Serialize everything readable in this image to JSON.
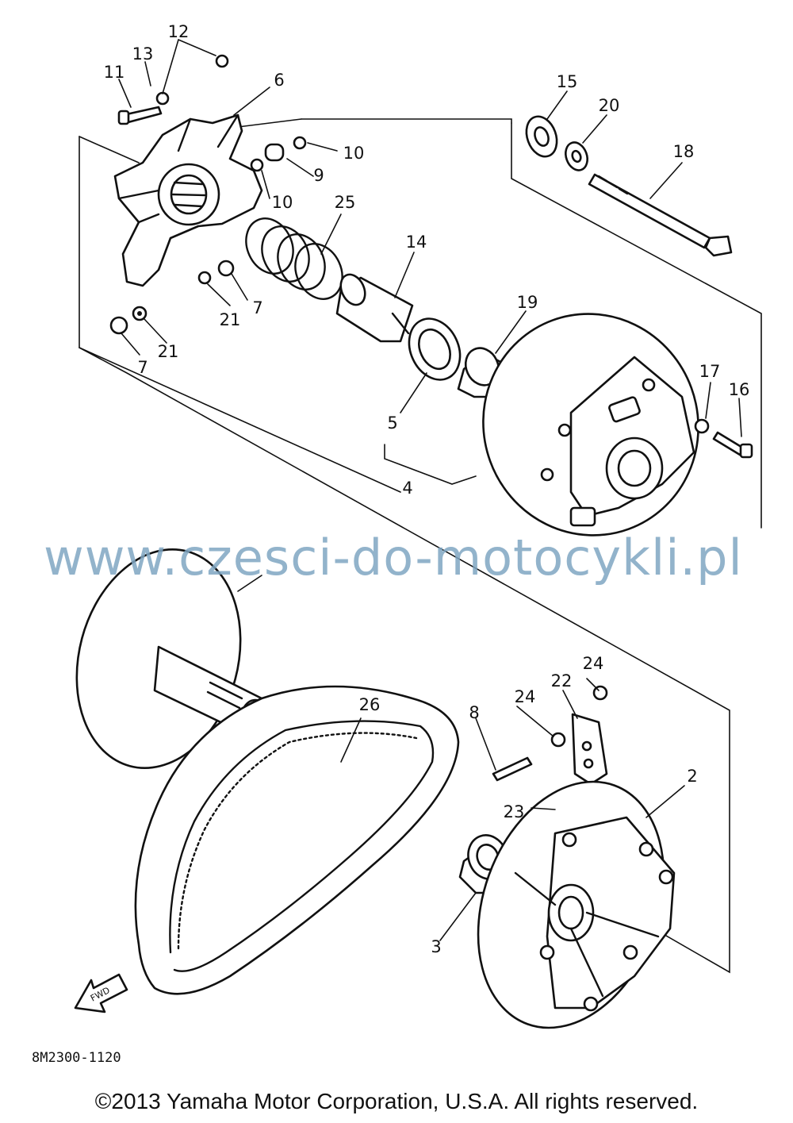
{
  "labels": {
    "n2": "2",
    "n3": "3",
    "n4": "4",
    "n5": "5",
    "n6": "6",
    "n7a": "7",
    "n7b": "7",
    "n8": "8",
    "n9": "9",
    "n10a": "10",
    "n10b": "10",
    "n11": "11",
    "n12": "12",
    "n13": "13",
    "n14": "14",
    "n15": "15",
    "n16": "16",
    "n17": "17",
    "n18": "18",
    "n19": "19",
    "n20": "20",
    "n21a": "21",
    "n21b": "21",
    "n22": "22",
    "n23": "23",
    "n24a": "24",
    "n24b": "24",
    "n25": "25",
    "n26": "26"
  },
  "fwd_label": "FWD",
  "watermark": "www.czesci-do-motocykli.pl",
  "diagram_code": "8M2300-1120",
  "copyright": "©2013 Yamaha Motor Corporation, U.S.A. All rights reserved."
}
